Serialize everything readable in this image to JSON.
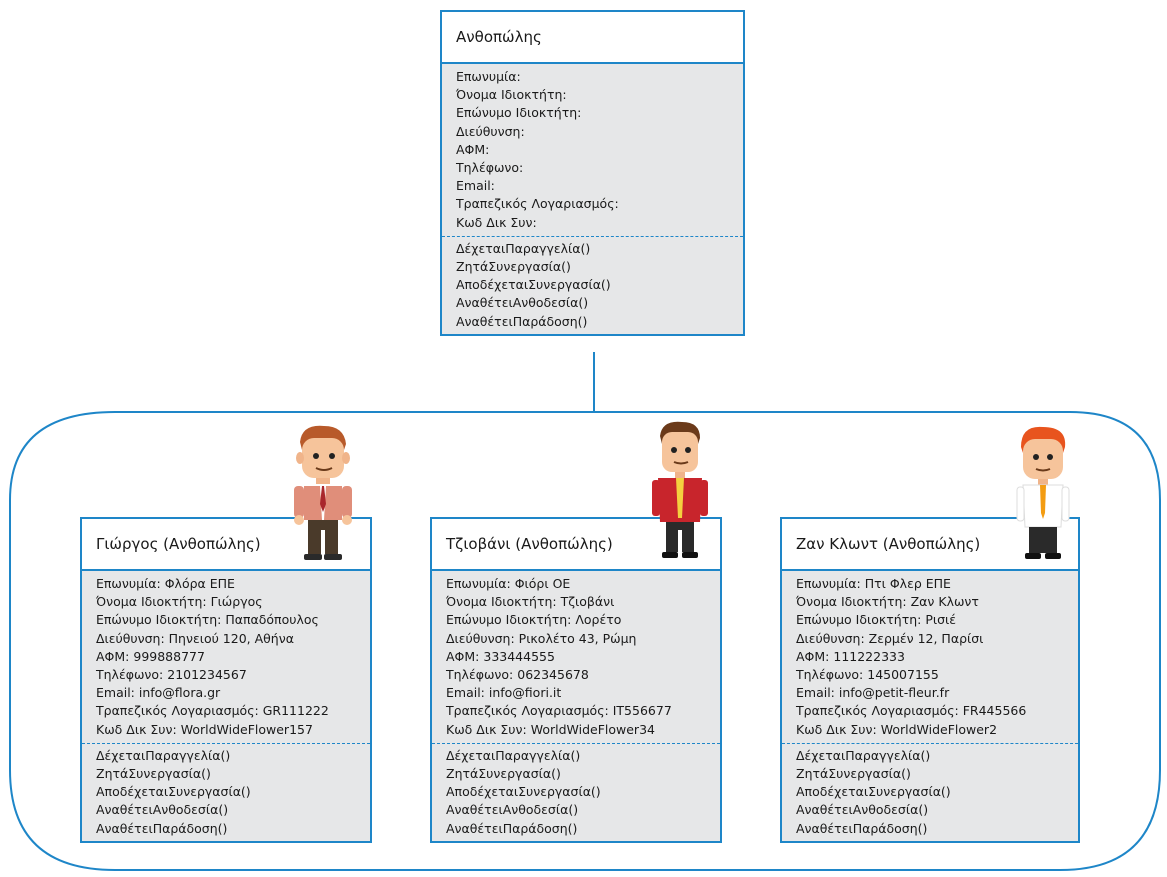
{
  "colors": {
    "accent": "#1e86c8",
    "panel": "#e6e7e8"
  },
  "parent": {
    "title": "Ανθοπώλης",
    "attributes": [
      "Επωνυμία:",
      "Όνομα Ιδιοκτήτη:",
      "Επώνυμο Ιδιοκτήτη:",
      "Διεύθυνση:",
      "ΑΦΜ:",
      "Τηλέφωνο:",
      "Email:",
      "Τραπεζικός Λογαριασμός:",
      "Κωδ Δικ Συν:"
    ],
    "methods": [
      "ΔέχεταιΠαραγγελία()",
      "ΖητάΣυνεργασία()",
      "ΑποδέχεταιΣυνεργασία()",
      "ΑναθέτειΑνθοδεσία()",
      "ΑναθέτειΠαράδοση()"
    ]
  },
  "instances": [
    {
      "title": "Γιώργος (Ανθοπώλης)",
      "attributes": [
        "Επωνυμία: Φλόρα ΕΠΕ",
        "Όνομα Ιδιοκτήτη: Γιώργος",
        "Επώνυμο Ιδιοκτήτη: Παπαδόπουλος",
        "Διεύθυνση: Πηνειού 120, Αθήνα",
        "ΑΦΜ: 999888777",
        "Τηλέφωνο: 2101234567",
        "Email: info@flora.gr",
        "Τραπεζικός Λογαριασμός: GR111222",
        "Κωδ Δικ Συν: WorldWideFlower157"
      ],
      "methods": [
        "ΔέχεταιΠαραγγελία()",
        "ΖητάΣυνεργασία()",
        "ΑποδέχεταιΣυνεργασία()",
        "ΑναθέτειΑνθοδεσία()",
        "ΑναθέτειΠαράδοση()"
      ]
    },
    {
      "title": "Τζιοβάνι (Ανθοπώλης)",
      "attributes": [
        "Επωνυμία: Φιόρι ΟΕ",
        "Όνομα Ιδιοκτήτη: Τζιοβάνι",
        "Επώνυμο Ιδιοκτήτη: Λορέτο",
        "Διεύθυνση: Ρικολέτο 43, Ρώμη",
        "ΑΦΜ: 333444555",
        "Τηλέφωνο: 062345678",
        "Email: info@fiori.it",
        "Τραπεζικός Λογαριασμός: IT556677",
        "Κωδ Δικ Συν: WorldWideFlower34"
      ],
      "methods": [
        "ΔέχεταιΠαραγγελία()",
        "ΖητάΣυνεργασία()",
        "ΑποδέχεταιΣυνεργασία()",
        "ΑναθέτειΑνθοδεσία()",
        "ΑναθέτειΠαράδοση()"
      ]
    },
    {
      "title": "Ζαν Κλωντ (Ανθοπώλης)",
      "attributes": [
        "Επωνυμία: Πτι Φλερ ΕΠΕ",
        "Όνομα Ιδιοκτήτη: Ζαν Κλωντ",
        "Επώνυμο Ιδιοκτήτη: Ρισιέ",
        "Διεύθυνση: Ζερμέν 12, Παρίσι",
        "ΑΦΜ: 111222333",
        "Τηλέφωνο: 145007155",
        "Email: info@petit-fleur.fr",
        "Τραπεζικός Λογαριασμός: FR445566",
        "Κωδ Δικ Συν: WorldWideFlower2"
      ],
      "methods": [
        "ΔέχεταιΠαραγγελία()",
        "ΖητάΣυνεργασία()",
        "ΑποδέχεταιΣυνεργασία()",
        "ΑναθέτειΑνθοδεσία()",
        "ΑναθέτειΠαράδοση()"
      ]
    }
  ]
}
